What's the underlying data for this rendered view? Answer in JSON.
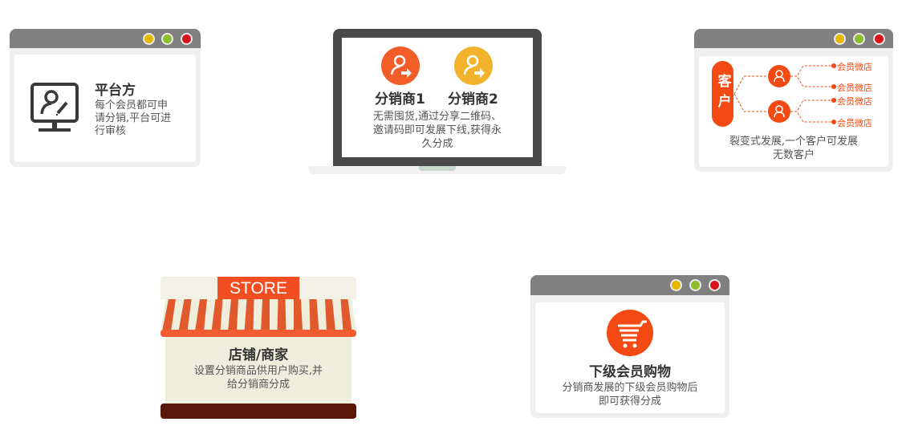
{
  "platform": {
    "title": "平台方",
    "desc": [
      "每个会员都可申",
      "请分销,平台可进",
      "行审核"
    ],
    "icon": "monitor-user-edit-icon"
  },
  "distributors": {
    "d1": "分销商1",
    "d2": "分销商2",
    "desc": [
      "无需囤货,通过分享二维码、",
      "邀请码即可发展下线,获得永",
      "久分成"
    ],
    "colors": {
      "d1": "#f25c27",
      "d2": "#f2b22c"
    }
  },
  "customers": {
    "badge": "客户",
    "shops": [
      "会员微店",
      "会员微店",
      "会员微店",
      "会员微店"
    ],
    "desc": [
      "裂变式发展,一个客户可发展",
      "无数客户"
    ],
    "accent": "#f24a12"
  },
  "store": {
    "sign": "STORE",
    "title": "店铺/商家",
    "desc": [
      "设置分销商品供用户购买,并",
      "给分销商分成"
    ]
  },
  "shopping": {
    "title": "下级会员购物",
    "desc": [
      "分销商发展的下级会员购物后",
      "即可获得分成"
    ],
    "icon": "shopping-cart-icon"
  },
  "window_dots": {
    "yellow": "#e8b800",
    "green": "#8cbf2a",
    "red": "#d8141c"
  }
}
